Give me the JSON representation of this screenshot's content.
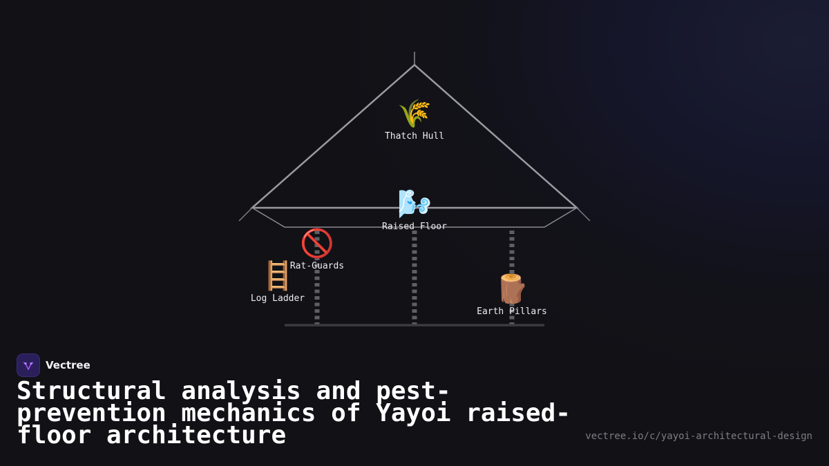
{
  "brand": {
    "name": "Vectree",
    "logo_icon": "vectree-logo-icon",
    "logo_color": "#2a1f5a",
    "logo_accent": "#a855f7"
  },
  "title": "Structural analysis and pest-prevention mechanics of Yayoi raised-floor architecture",
  "source_url": "vectree.io/c/yayoi-architectural-design",
  "colors": {
    "background": "#111116",
    "outline": "#9a9aa0",
    "pillar": "#5f5f66",
    "label": "#ececf1"
  },
  "nodes": [
    {
      "id": "thatch-hull",
      "icon": "🌾",
      "icon_name": "sheaf-of-rice-icon",
      "label": "Thatch Hull"
    },
    {
      "id": "raised-floor",
      "icon": "🌬️",
      "icon_name": "wind-face-icon",
      "label": "Raised Floor"
    },
    {
      "id": "rat-guards",
      "icon": "🚫",
      "icon_name": "prohibited-icon",
      "label": "Rat-Guards"
    },
    {
      "id": "log-ladder",
      "icon": "🪜",
      "icon_name": "ladder-icon",
      "label": "Log Ladder"
    },
    {
      "id": "earth-pillars",
      "icon": "🪵",
      "icon_name": "wood-log-icon",
      "label": "Earth Pillars"
    }
  ]
}
